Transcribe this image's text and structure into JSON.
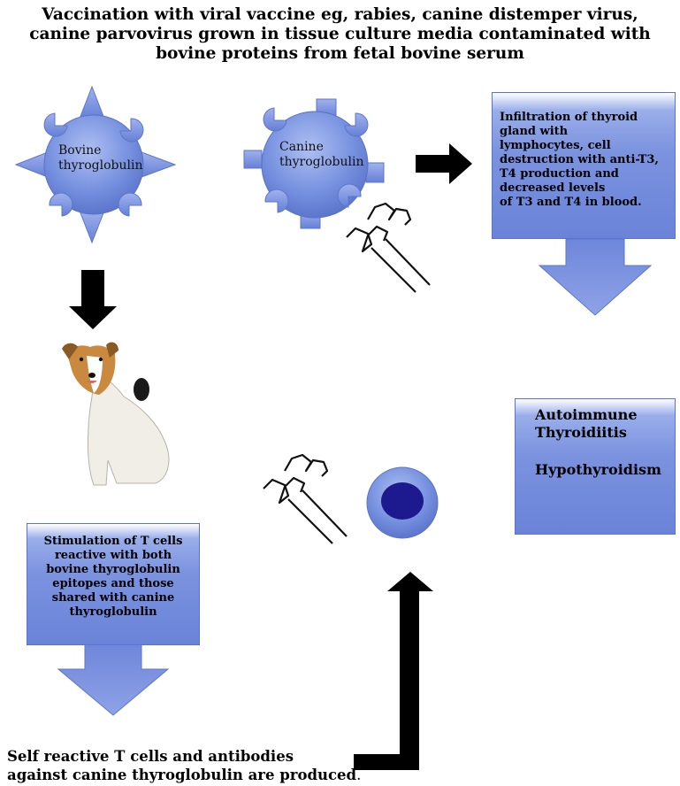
{
  "title": {
    "line1": "Vaccination with viral vaccine eg, rabies, canine distemper virus,",
    "line2": "canine parvovirus grown in tissue culture media contaminated with",
    "line3": "bovine proteins from fetal bovine serum"
  },
  "bovine": {
    "line1": "Bovine",
    "line2": "thyroglobulin"
  },
  "canine": {
    "line1": "Canine",
    "line2": "thyroglobulin"
  },
  "infiltration": {
    "line1": "Infiltration of thyroid",
    "line2": "gland with",
    "line3": "lymphocytes, cell",
    "line4": "destruction with anti-T3,",
    "line5": "T4 production and",
    "line6": "decreased levels",
    "line7": "of T3 and T4 in blood."
  },
  "outcome": {
    "line1": "Autoimmune",
    "line2": "Thyroidiitis",
    "line3": "Hypothyroidism"
  },
  "stimulation": {
    "line1": "Stimulation of T cells",
    "line2": "reactive with both",
    "line3": "bovine thyroglobulin",
    "line4": "epitopes and those",
    "line5": "shared with canine",
    "line6": "thyroglobulin"
  },
  "bottom": {
    "line1": "Self reactive T cells and antibodies",
    "line2": "against canine thyroglobulin are produced",
    "period": "."
  },
  "colors": {
    "blue": "#7089dc",
    "blue_dark": "#5570c8",
    "navy": "#1c1a8e",
    "black": "#000000"
  },
  "icons": [
    "bovine-thyroglobulin-icon",
    "canine-thyroglobulin-icon",
    "antibody-icon",
    "dog-image",
    "t-cell-icon"
  ]
}
